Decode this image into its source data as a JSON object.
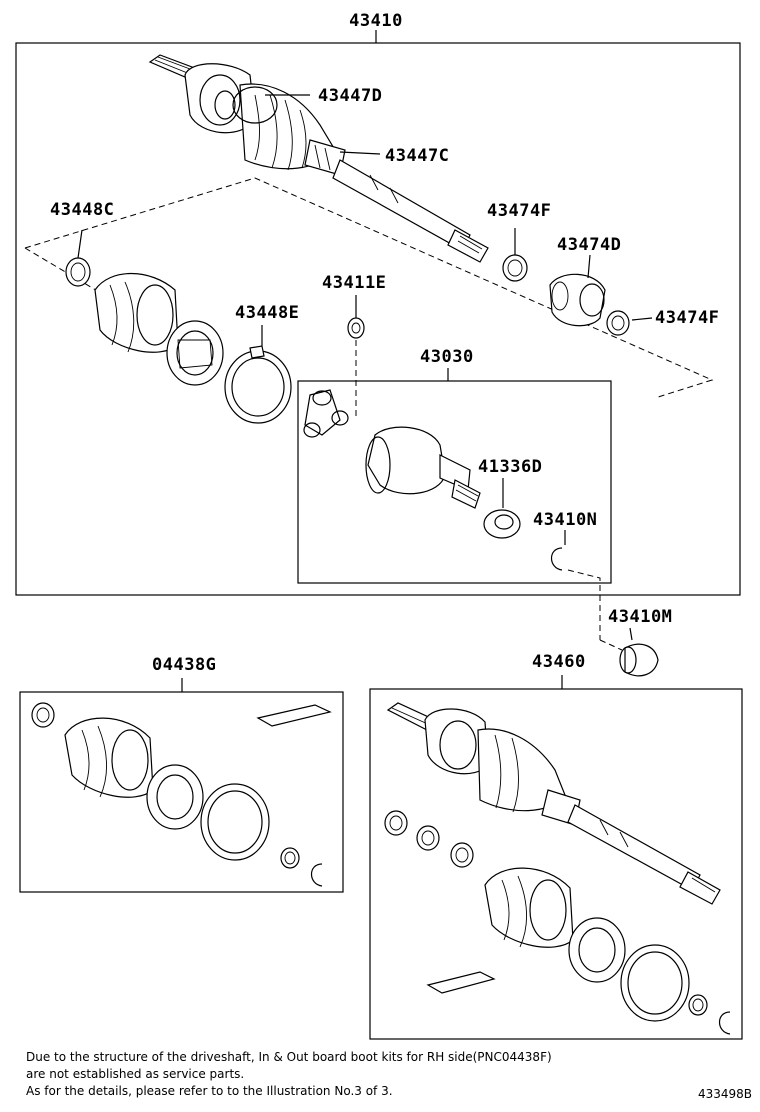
{
  "parts": {
    "p43410": "43410",
    "p43447D": "43447D",
    "p43447C": "43447C",
    "p43448C": "43448C",
    "p43474F_a": "43474F",
    "p43474D": "43474D",
    "p43474F_b": "43474F",
    "p43411E": "43411E",
    "p43448E": "43448E",
    "p43030": "43030",
    "p41336D": "41336D",
    "p43410N": "43410N",
    "p43410M": "43410M",
    "p04438G": "04438G",
    "p43460": "43460"
  },
  "notes": {
    "line1": "Due to the structure of the driveshaft, In & Out board  boot kits for RH side(PNC04438F)",
    "line2": "are not established as service parts.",
    "line3": "As for the details, please refer to to the Illustration No.3 of 3."
  },
  "illustration_id": "433498B"
}
